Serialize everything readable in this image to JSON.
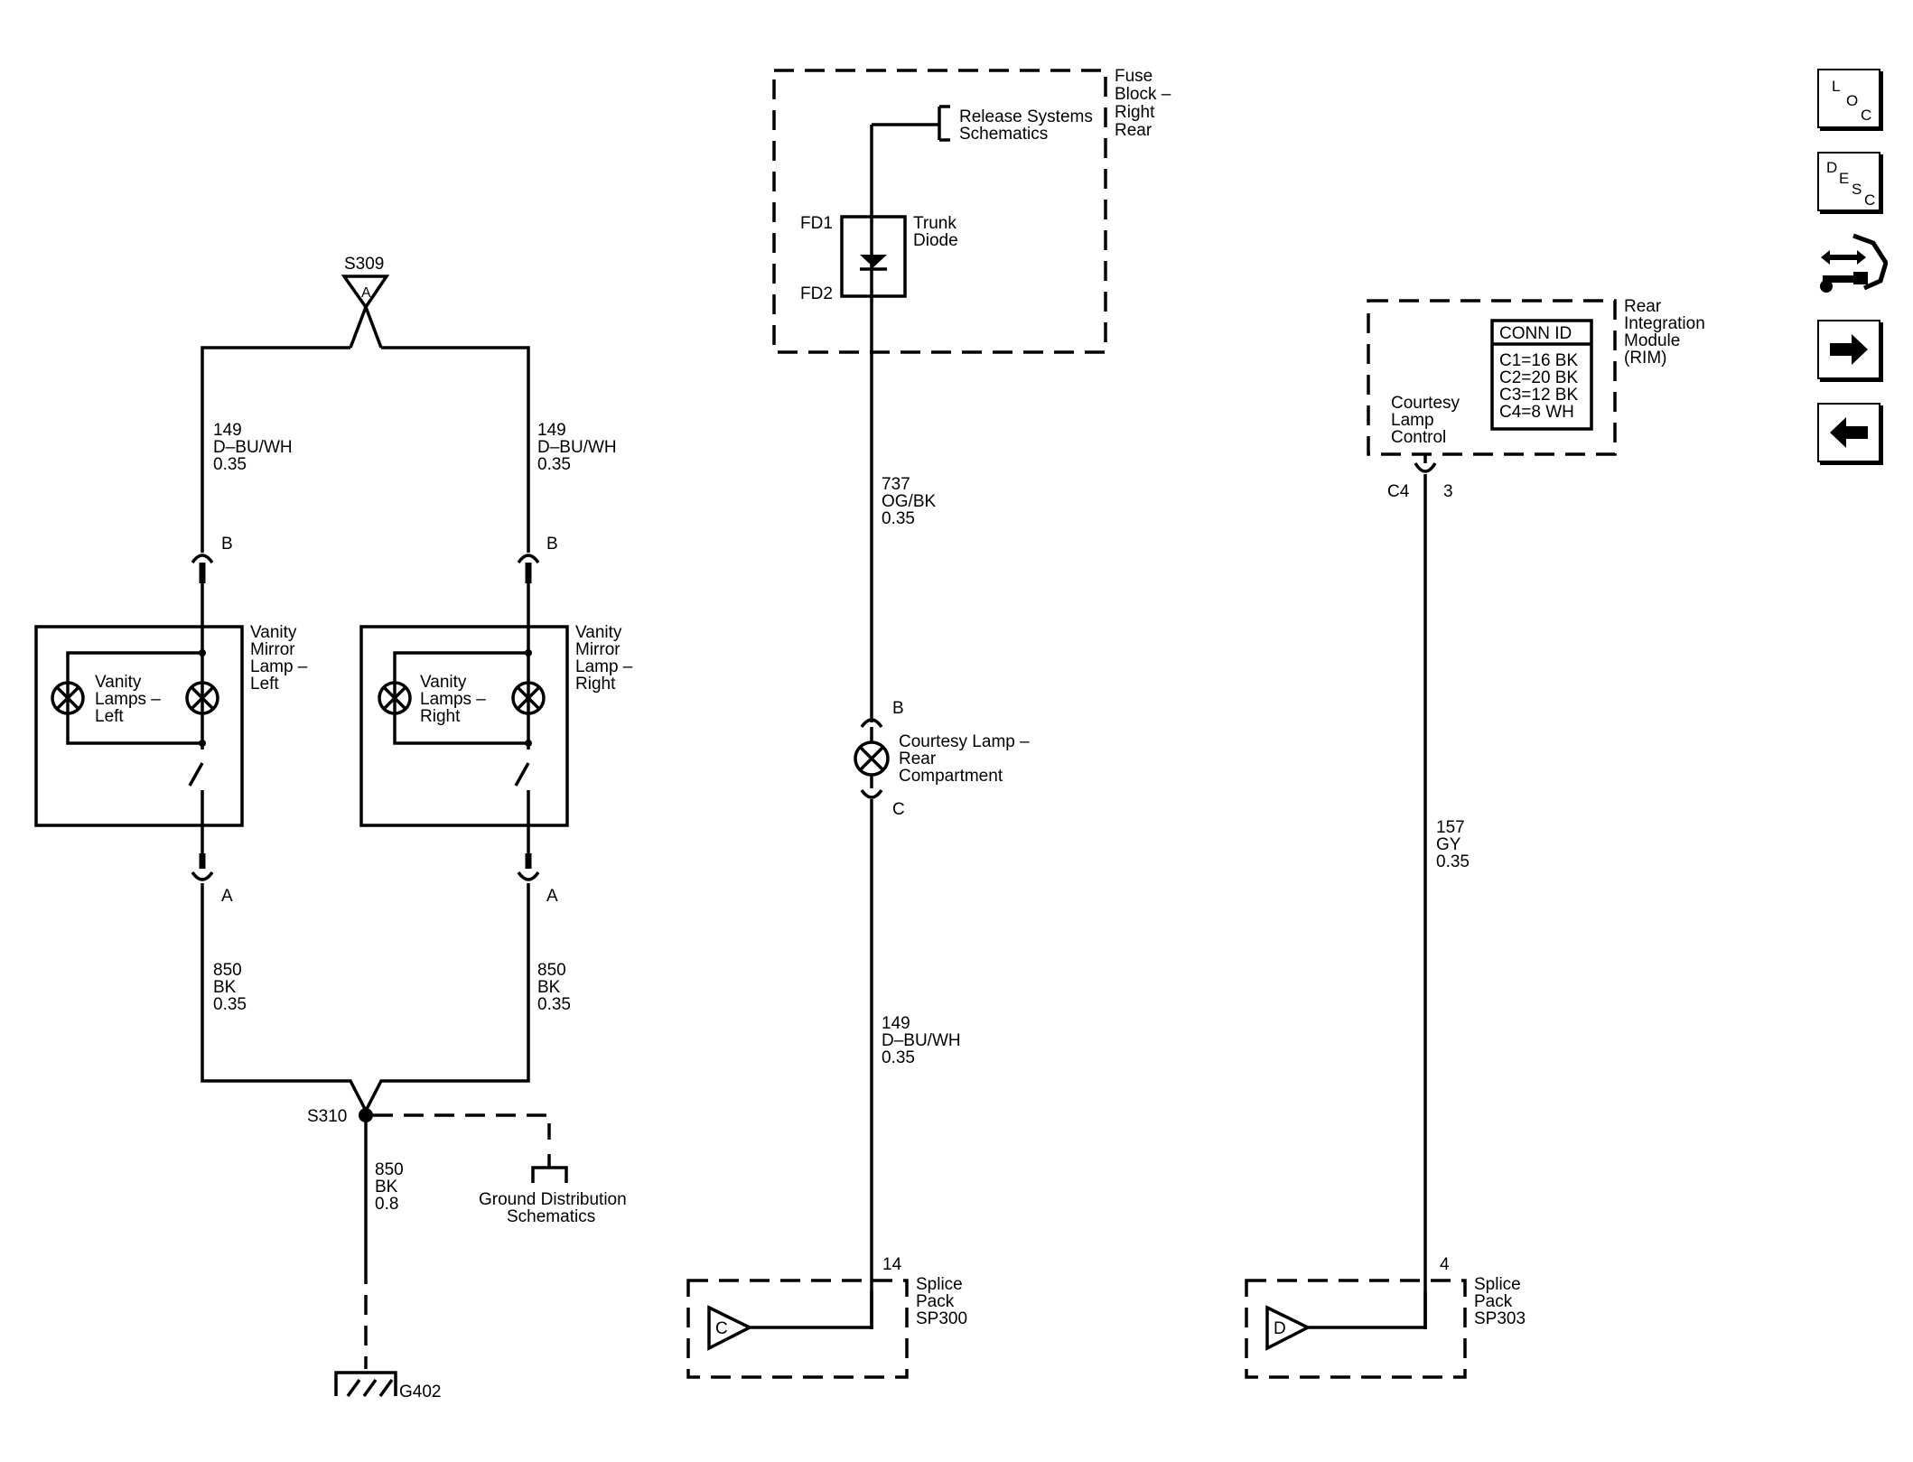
{
  "fuse_block": {
    "label1": "Fuse",
    "label2": "Block –",
    "label3": "Right",
    "label4": "Rear"
  },
  "release_ref": {
    "line1": "Release Systems",
    "line2": "Schematics"
  },
  "diode": {
    "pin_top": "FD1",
    "pin_bottom": "FD2",
    "line1": "Trunk",
    "line2": "Diode"
  },
  "s309": {
    "id": "S309",
    "letter": "A"
  },
  "wire_149_left": {
    "circuit": "149",
    "color": "D–BU/WH",
    "gauge": "0.35"
  },
  "wire_149_right": {
    "circuit": "149",
    "color": "D–BU/WH",
    "gauge": "0.35"
  },
  "wire_737": {
    "circuit": "737",
    "color": "OG/BK",
    "gauge": "0.35"
  },
  "wire_149_center": {
    "circuit": "149",
    "color": "D–BU/WH",
    "gauge": "0.35"
  },
  "wire_850_left": {
    "circuit": "850",
    "color": "BK",
    "gauge": "0.35"
  },
  "wire_850_right": {
    "circuit": "850",
    "color": "BK",
    "gauge": "0.35"
  },
  "wire_850_ground": {
    "circuit": "850",
    "color": "BK",
    "gauge": "0.8"
  },
  "wire_157": {
    "circuit": "157",
    "color": "GY",
    "gauge": "0.35"
  },
  "pins": {
    "left_b": "B",
    "left_a": "A",
    "right_b": "B",
    "right_a": "A",
    "lamp_b": "B",
    "lamp_c": "C",
    "rim_conn": "C4",
    "rim_pin": "3",
    "sp300_pin": "14",
    "sp303_pin": "4"
  },
  "vanity_left": {
    "m1": "Vanity",
    "m2": "Mirror",
    "m3": "Lamp –",
    "m4": "Left",
    "l1": "Vanity",
    "l2": "Lamps –",
    "l3": "Left"
  },
  "vanity_right": {
    "m1": "Vanity",
    "m2": "Mirror",
    "m3": "Lamp –",
    "m4": "Right",
    "l1": "Vanity",
    "l2": "Lamps –",
    "l3": "Right"
  },
  "courtesy_lamp": {
    "line1": "Courtesy Lamp –",
    "line2": "Rear",
    "line3": "Compartment"
  },
  "s310": {
    "id": "S310"
  },
  "ground_ref": {
    "line1": "Ground Distribution",
    "line2": "Schematics"
  },
  "g402": {
    "id": "G402"
  },
  "rim": {
    "name1": "Rear",
    "name2": "Integration",
    "name3": "Module",
    "name4": "(RIM)",
    "conn_title": "CONN ID",
    "conn1": "C1=16 BK",
    "conn2": "C2=20 BK",
    "conn3": "C3=12 BK",
    "conn4": "C4=8 WH",
    "ctl1": "Courtesy",
    "ctl2": "Lamp",
    "ctl3": "Control"
  },
  "sp300": {
    "letter": "C",
    "line1": "Splice",
    "line2": "Pack",
    "line3": "SP300"
  },
  "sp303": {
    "letter": "D",
    "line1": "Splice",
    "line2": "Pack",
    "line3": "SP303"
  },
  "nav": {
    "loc": {
      "a": "L",
      "b": "O",
      "c": "C"
    },
    "desc": {
      "a": "D",
      "b": "E",
      "c": "S",
      "d": "C"
    },
    "forward_icon": "arrow-right",
    "back_icon": "arrow-left",
    "tools_icon": "wrench-arrows"
  }
}
